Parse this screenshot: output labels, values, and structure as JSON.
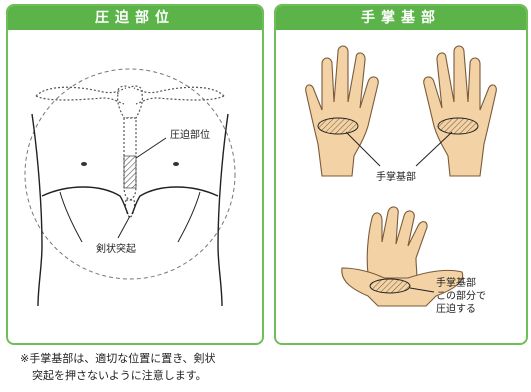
{
  "left_panel": {
    "title": "圧迫部位",
    "label_compression": "圧迫部位",
    "label_xiphoid": "剣状突起"
  },
  "right_panel": {
    "title": "手掌基部",
    "label_palm_base": "手掌基部",
    "label_this_part": [
      "手掌基部",
      "この部分で",
      "圧迫する"
    ]
  },
  "footnote": {
    "line1": "※手掌基部は、適切な位置に置き、剣状",
    "line2": "突起を押さないように注意します。"
  },
  "colors": {
    "header_green": "#5cb34a",
    "border_green": "#6fbf59",
    "skin": "#f3d3a6",
    "hatch": "#888888"
  }
}
